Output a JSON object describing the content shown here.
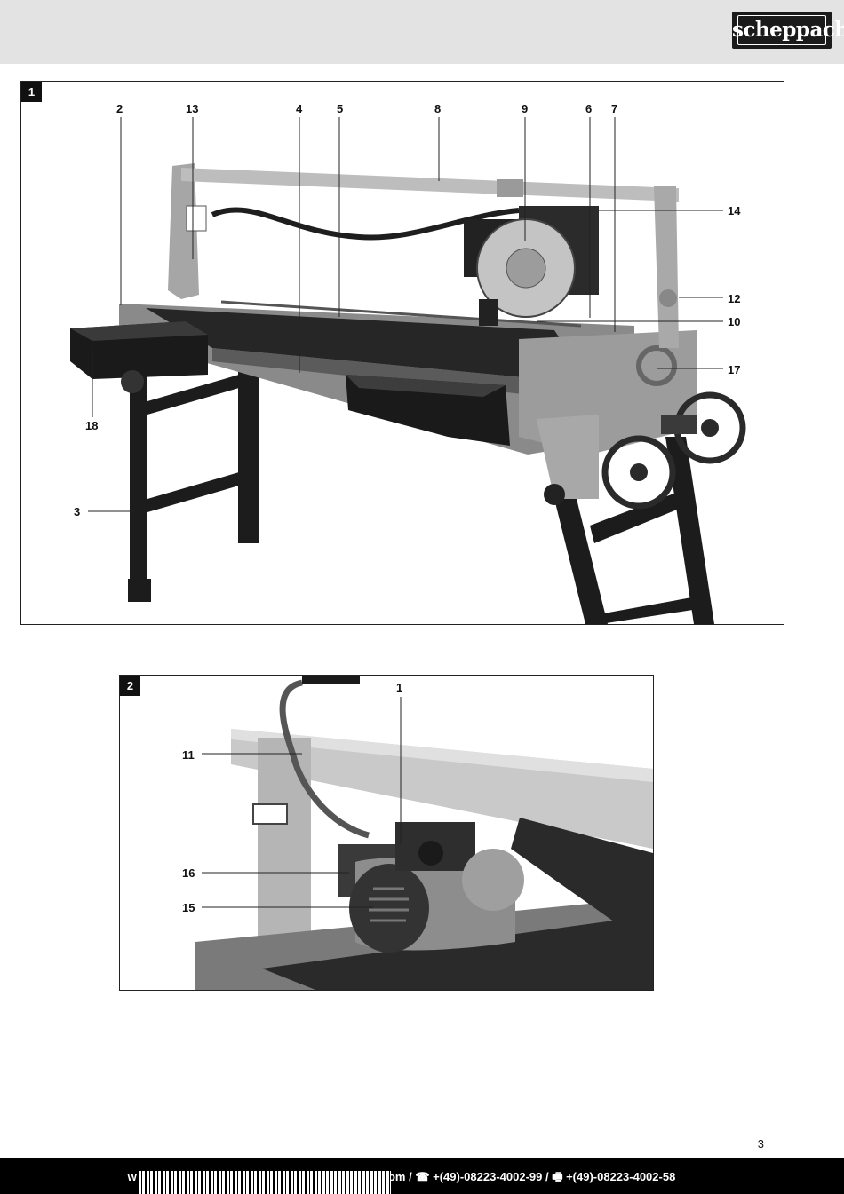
{
  "header": {
    "brand": "scheppach"
  },
  "figure1": {
    "badge": "1",
    "callouts": [
      "2",
      "13",
      "4",
      "5",
      "8",
      "9",
      "6",
      "7",
      "14",
      "12",
      "10",
      "17",
      "18",
      "3"
    ]
  },
  "figure2": {
    "badge": "2",
    "callouts": [
      "1",
      "11",
      "16",
      "15"
    ]
  },
  "page_number": "3",
  "footer": {
    "contact": "www.scheppach.com / ✉ service@scheppach.com / ☎ +(49)-08223-4002-99 / 🖷 +(49)-08223-4002-58"
  }
}
